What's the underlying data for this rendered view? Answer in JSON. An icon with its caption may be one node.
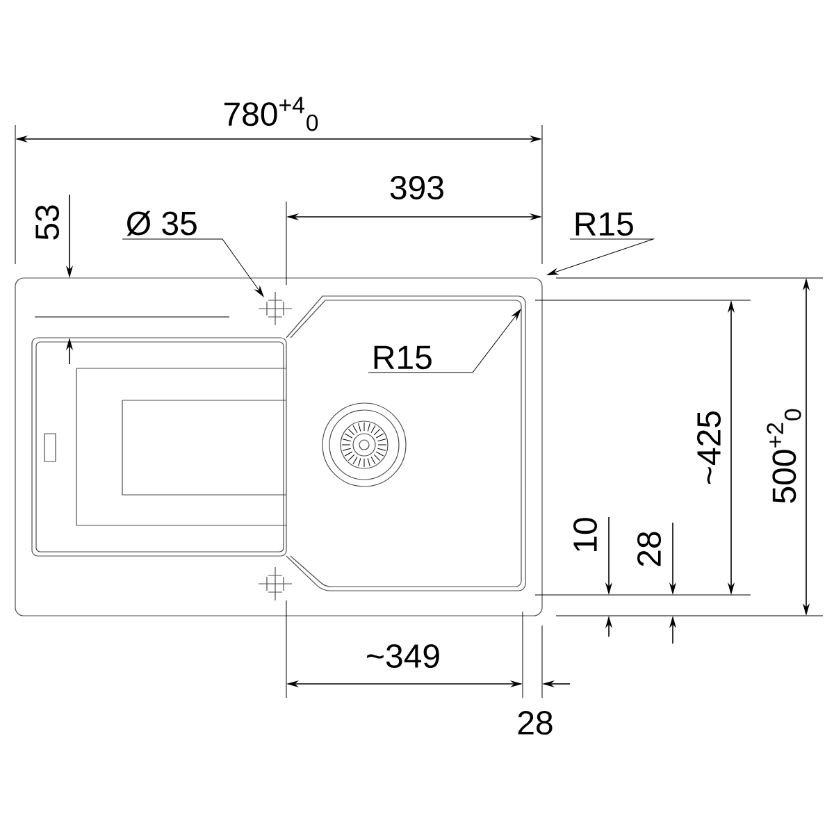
{
  "diagram": {
    "nodes": [
      {
        "text": [
          "Ø 35"
        ]
      },
      {
        "text": [
          "R15"
        ]
      },
      {
        "text": [
          "R15"
        ]
      }
    ],
    "edges": [
      {
        "from": 0,
        "to": null,
        "arrow": "to"
      },
      {
        "from": 1,
        "to": null,
        "arrow": "to"
      },
      {
        "from": 2,
        "to": null,
        "arrow": "to"
      }
    ],
    "labels": [
      "780$^{+4}$$_{0}$",
      "393",
      "53",
      "~425",
      "500$^{+2}$$_{0}$",
      "10",
      "28",
      "~349",
      "28"
    ]
  }
}
